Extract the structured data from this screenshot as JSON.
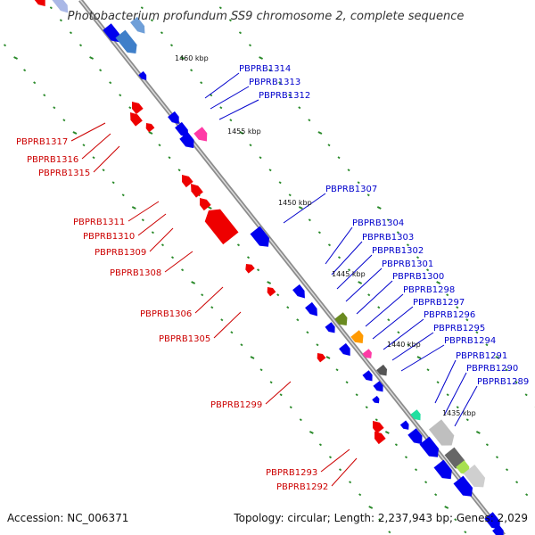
{
  "title": "Photobacterium profundum SS9 chromosome 2, complete sequence",
  "footer": {
    "accession": "Accession: NC_006371",
    "summary": "Topology: circular; Length: 2,237,943 bp; Genes: 2,029"
  },
  "scale_labels": [
    "1460 kbp",
    "1455 kbp",
    "1450 kbp",
    "1445 kbp",
    "1440 kbp",
    "1435 kbp"
  ],
  "colors": {
    "forward_strand_label": "#0000cc",
    "reverse_strand_label": "#cc0000",
    "forward_gene": "#0000ee",
    "reverse_gene": "#ee0000",
    "backbone": "#888888",
    "tick": "#2a8a2a"
  },
  "forward_genes": [
    "PBPRB1314",
    "PBPRB1313",
    "PBPRB1312",
    "PBPRB1307",
    "PBPRB1304",
    "PBPRB1303",
    "PBPRB1302",
    "PBPRB1301",
    "PBPRB1300",
    "PBPRB1298",
    "PBPRB1297",
    "PBPRB1296",
    "PBPRB1295",
    "PBPRB1294",
    "PBPRB1291",
    "PBPRB1290",
    "PBPRB1289"
  ],
  "reverse_genes": [
    "PBPRB1317",
    "PBPRB1316",
    "PBPRB1315",
    "PBPRB1311",
    "PBPRB1310",
    "PBPRB1309",
    "PBPRB1308",
    "PBPRB1306",
    "PBPRB1305",
    "PBPRB1299",
    "PBPRB1293",
    "PBPRB1292"
  ]
}
